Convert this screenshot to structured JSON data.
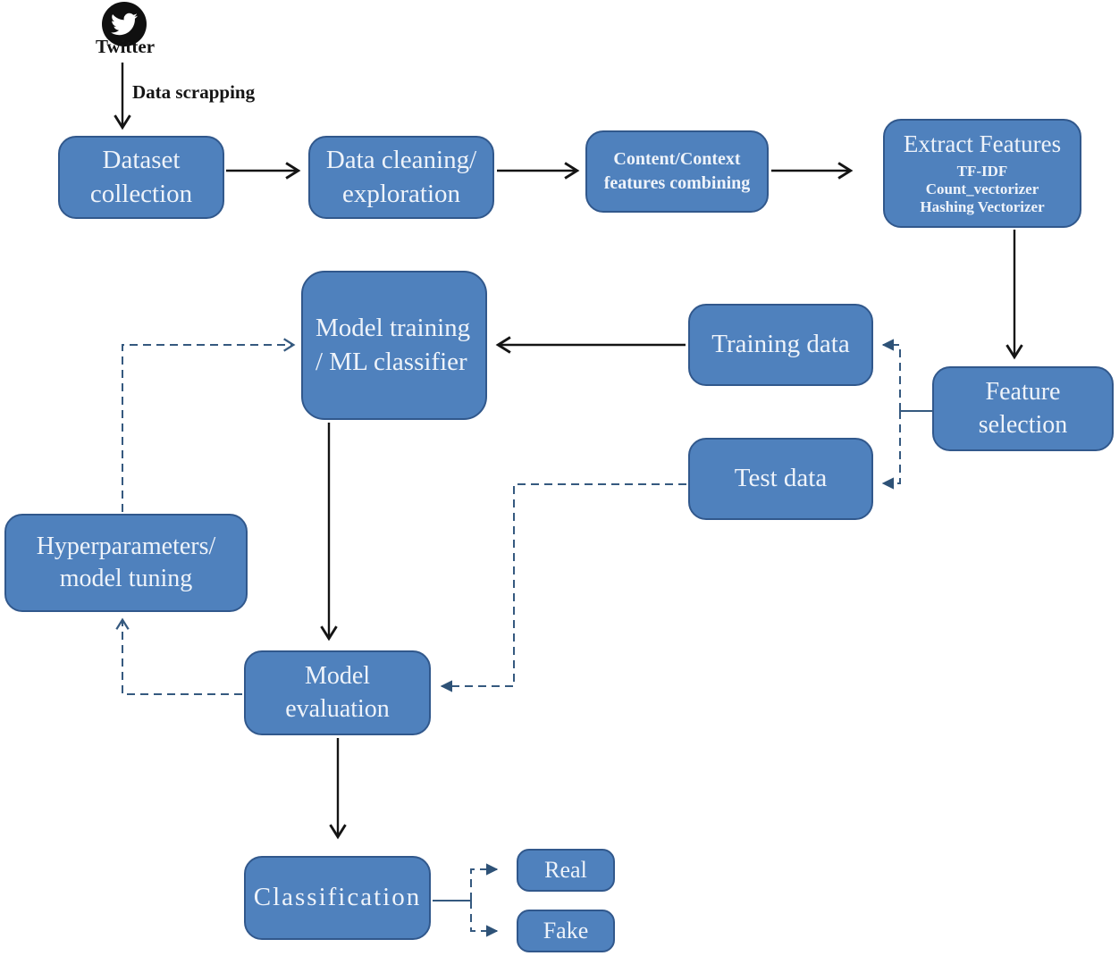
{
  "title": "Twitter fake news detection ML pipeline flowchart",
  "colors": {
    "background": "#ffffff",
    "node_fill": "#4f81bd",
    "node_border": "#31588c",
    "node_text": "#eef3fa",
    "connector_blue": "#35597f",
    "connector_black": "#141414",
    "twitter_icon_bg": "#101010"
  },
  "source": {
    "icon": "twitter-icon",
    "label": "Twitter"
  },
  "edge_labels": {
    "data_scrapping": "Data scrapping"
  },
  "nodes": {
    "dataset_collection": {
      "label": "Dataset\ncollection"
    },
    "data_cleaning": {
      "label": "Data cleaning/\nexploration"
    },
    "content_context": {
      "label": "Content/Context\nfeatures combining"
    },
    "extract_features": {
      "title": "Extract Features",
      "methods": "TF-IDF\nCount_vectorizer\nHashing Vectorizer"
    },
    "feature_selection": {
      "label": "Feature\nselection"
    },
    "training_data": {
      "label": "Training data"
    },
    "test_data": {
      "label": "Test data"
    },
    "model_training": {
      "label": "Model training\n/ ML classifier"
    },
    "hyperparameters": {
      "label": "Hyperparameters/\nmodel tuning"
    },
    "model_evaluation": {
      "label": "Model\nevaluation"
    },
    "classification": {
      "label": "Classification"
    },
    "real": {
      "label": "Real"
    },
    "fake": {
      "label": "Fake"
    }
  },
  "flow": {
    "solid_edges": [
      "twitter -> dataset_collection (label: Data scrapping)",
      "dataset_collection -> data_cleaning",
      "data_cleaning -> content_context",
      "content_context -> extract_features",
      "extract_features -> feature_selection",
      "training_data -> model_training",
      "model_training -> model_evaluation",
      "model_evaluation -> classification"
    ],
    "dashed_edges": [
      "feature_selection -> training_data",
      "feature_selection -> test_data",
      "test_data -> model_evaluation",
      "model_evaluation -> hyperparameters",
      "hyperparameters -> model_training",
      "classification -> real",
      "classification -> fake"
    ]
  }
}
